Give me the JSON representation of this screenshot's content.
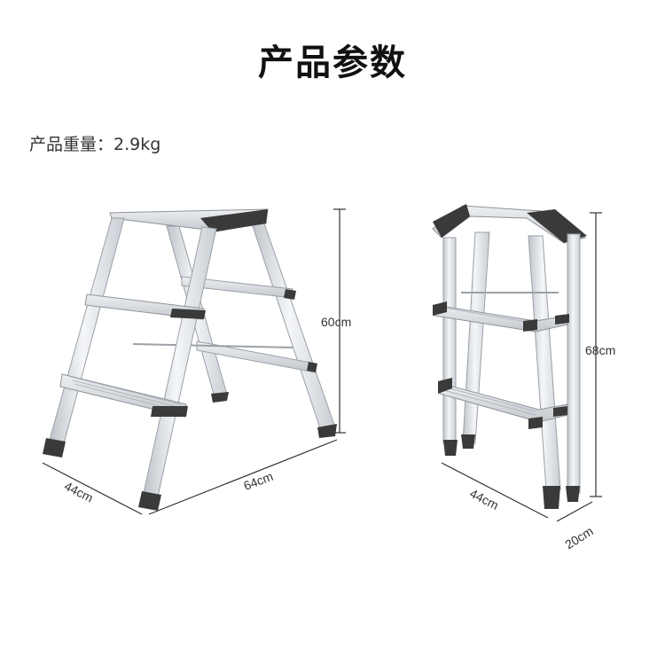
{
  "title": "产品参数",
  "weight_text": "产品重量：2.9kg",
  "dimensions": {
    "open_depth": "44cm",
    "open_length": "64cm",
    "open_height": "60cm",
    "folded_width": "44cm",
    "folded_depth": "20cm",
    "folded_height": "68cm"
  },
  "colors": {
    "aluminum": "#d9dde2",
    "aluminum_dark": "#a9afb6",
    "cap": "#3a3a3a",
    "line": "#333333"
  }
}
